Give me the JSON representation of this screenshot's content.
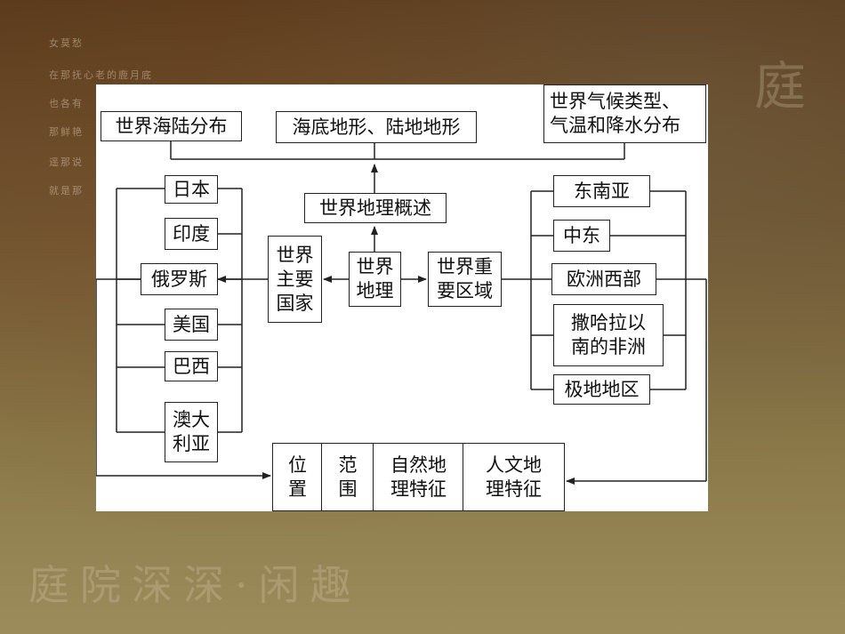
{
  "background": {
    "side_text": [
      "女莫愁",
      "在那抚心老的鹿月底",
      "也各有",
      "那鲜艳",
      "遥那说",
      "就是那"
    ],
    "bottom_calligraphy": "庭院深深·闲趣",
    "right_calligraphy": "庭"
  },
  "diagram": {
    "top_nodes": {
      "distribution": "世界海陆分布",
      "terrain": "海底地形、陆地地形",
      "climate": "世界气候类型、\n气温和降水分布"
    },
    "overview": "世界地理概述",
    "center": "世界\n地理",
    "countries_hub": "世界\n主要\n国家",
    "regions_hub": "世界重\n要区域",
    "countries": [
      "日本",
      "印度",
      "俄罗斯",
      "美国",
      "巴西",
      "澳大\n利亚"
    ],
    "regions": [
      "东南亚",
      "中东",
      "欧洲西部",
      "撒哈拉以\n南的非洲",
      "极地地区"
    ],
    "features": [
      "位\n置",
      "范\n围",
      "自然地\n理特征",
      "人文地\n理特征"
    ]
  }
}
